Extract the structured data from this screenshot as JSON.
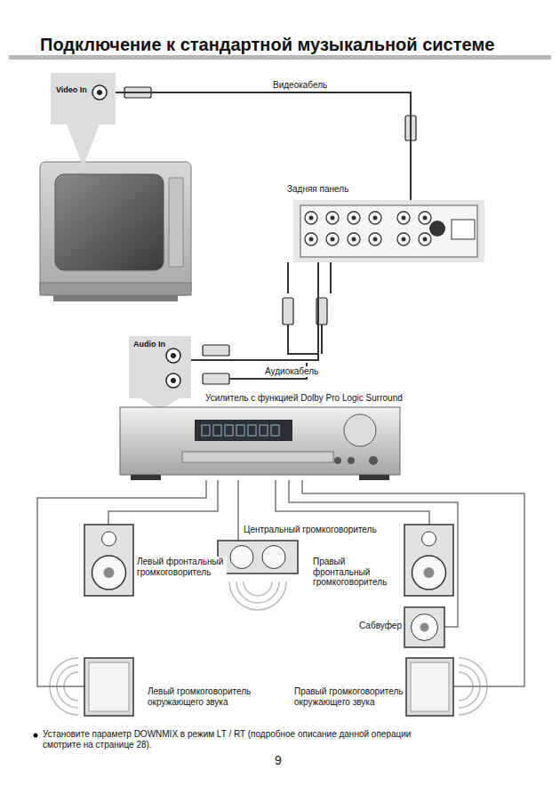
{
  "diagram": {
    "title": "Подключение к стандартной музыкальной системе",
    "nodes": [
      {
        "text": [
          "Video In"
        ]
      },
      {
        "text": [
          "Задняя панель"
        ]
      },
      {
        "text": [
          "Audio In"
        ]
      },
      {
        "text": [
          "Усилитель с функцией Dolby Pro Logic Surround"
        ]
      },
      {
        "text": [
          "Центральный громкоговоритель"
        ]
      },
      {
        "text": [
          "Левый фронтальный громкоговоритель"
        ]
      },
      {
        "text": [
          "Правый фронтальный громкоговоритель"
        ]
      },
      {
        "text": [
          "Сабвуфер"
        ]
      },
      {
        "text": [
          "Левый громкоговоритель окружающего звука"
        ]
      },
      {
        "text": [
          "Правый громкоговоритель окружающего звука"
        ]
      }
    ],
    "edges": [
      {
        "from": 1,
        "to": 0,
        "label": "Видеокабель",
        "arrow": "none"
      },
      {
        "from": 1,
        "to": 2,
        "label": "Аудиокабель",
        "arrow": "none"
      },
      {
        "from": 3,
        "to": 4,
        "arrow": "none"
      },
      {
        "from": 3,
        "to": 5,
        "arrow": "none"
      },
      {
        "from": 3,
        "to": 6,
        "arrow": "none"
      },
      {
        "from": 3,
        "to": 7,
        "arrow": "none"
      },
      {
        "from": 3,
        "to": 8,
        "arrow": "none"
      },
      {
        "from": 3,
        "to": 9,
        "arrow": "none"
      }
    ],
    "labels": [
      "Установите параметр DOWNMIX в режим LT / RT (подробное описание данной операции смотрите на странице 28).",
      "9"
    ]
  }
}
